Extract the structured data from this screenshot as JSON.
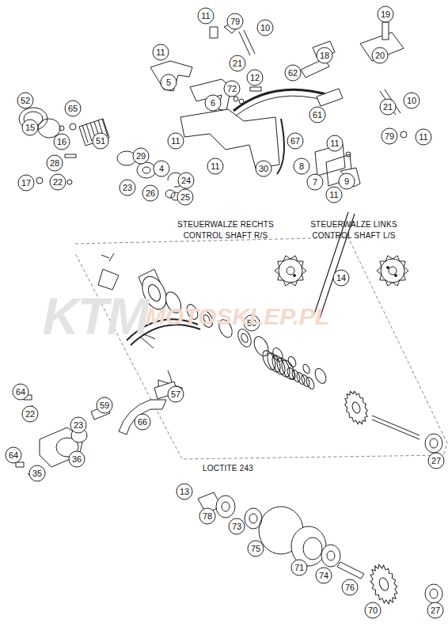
{
  "diagram": {
    "labels": [
      "11",
      "79",
      "10",
      "19",
      "11",
      "21",
      "18",
      "20",
      "62",
      "12",
      "72",
      "5",
      "6",
      "52",
      "65",
      "61",
      "21",
      "10",
      "15",
      "51",
      "16",
      "29",
      "11",
      "11",
      "30",
      "67",
      "11",
      "79",
      "11",
      "8",
      "7",
      "11",
      "9",
      "28",
      "4",
      "24",
      "17",
      "22",
      "23",
      "26",
      "25",
      "14",
      "50",
      "64",
      "22",
      "59",
      "57",
      "23",
      "66",
      "64",
      "35",
      "36",
      "27",
      "13",
      "78",
      "73",
      "75",
      "71",
      "74",
      "76",
      "70",
      "27",
      "STEUERWALZE RECHTS",
      "CONTROL SHAFT R/S",
      "STEUERWALZE LINKS",
      "CONTROL SHAFT L/S",
      "LOCTITE 243",
      "KTM",
      "MOTOSKLEP.PL"
    ]
  }
}
